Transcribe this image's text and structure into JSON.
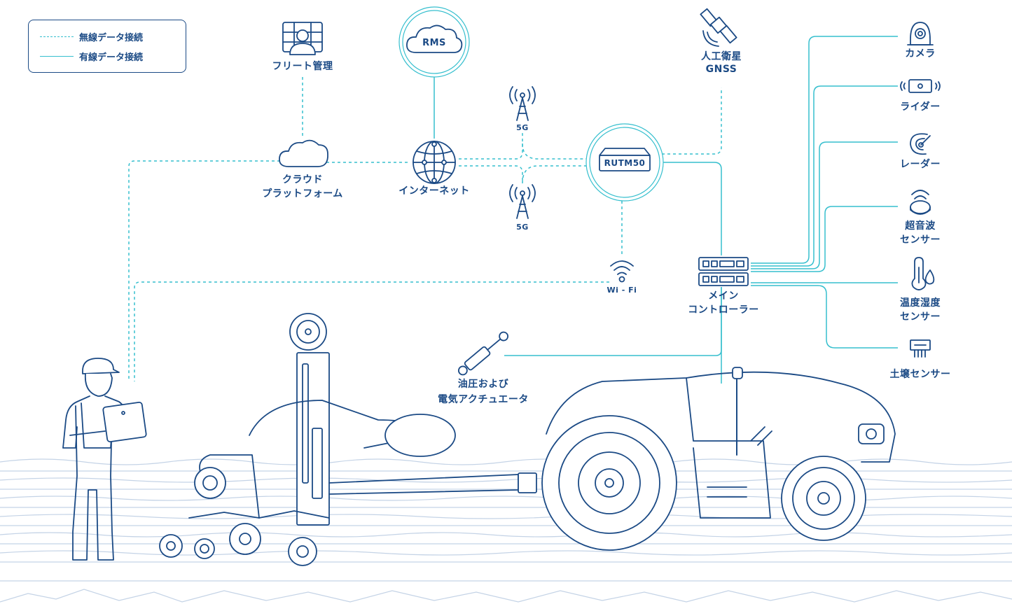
{
  "legend": {
    "wireless": "無線データ接続",
    "wired": "有線データ接続"
  },
  "nodes": {
    "fleet": "フリート管理",
    "rms": "RMS",
    "cloud_l1": "クラウド",
    "cloud_l2": "プラットフォーム",
    "internet": "インターネット",
    "tower_top": "5G",
    "tower_bottom": "5G",
    "router": "RUTM50",
    "satellite_l1": "人工衛星",
    "satellite_l2": "GNSS",
    "wifi": "Wi - Fi",
    "controller_l1": "メイン",
    "controller_l2": "コントローラー",
    "actuator_l1": "油圧および",
    "actuator_l2": "電気アクチュエータ"
  },
  "sensors": {
    "camera": "カメラ",
    "lidar": "ライダー",
    "radar": "レーダー",
    "ultrasonic_l1": "超音波",
    "ultrasonic_l2": "センサー",
    "temp_l1": "温度湿度",
    "temp_l2": "センサー",
    "soil": "土壌センサー"
  },
  "colors": {
    "ink": "#1b4a85",
    "link": "#36bfce",
    "ground": "#c4d3e6"
  }
}
